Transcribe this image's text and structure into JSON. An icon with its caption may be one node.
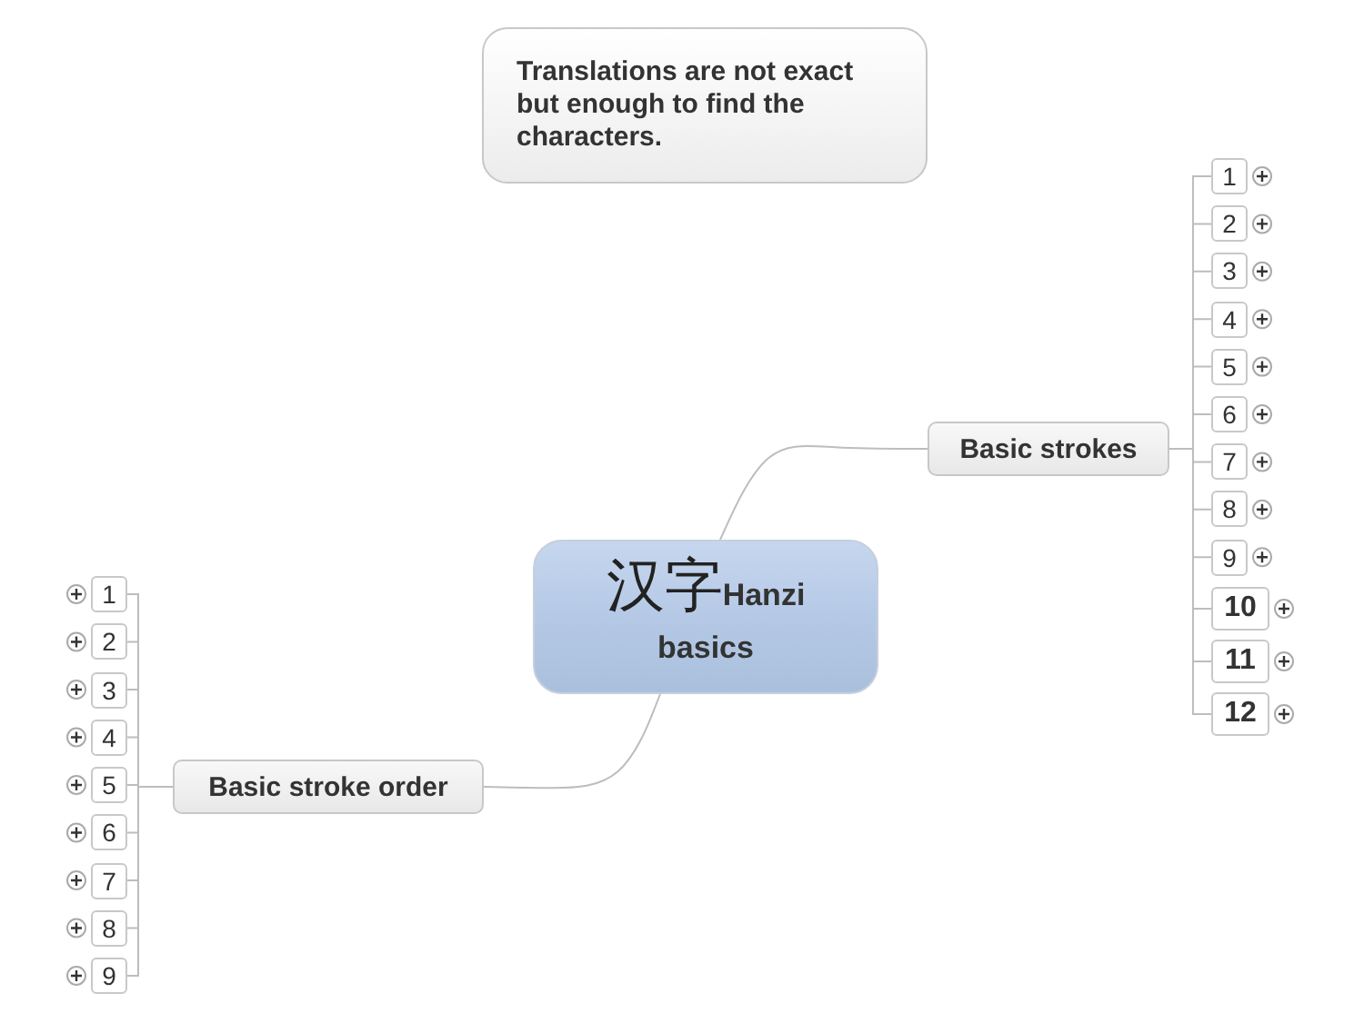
{
  "diagram": {
    "nodes": [
      {
        "text": [
          "Translations are not exact but enough to find the characters."
        ]
      },
      {
        "text": [
          "汉字",
          "Hanzi basics"
        ]
      },
      {
        "text": [
          "Basic strokes"
        ]
      },
      {
        "text": [
          "1"
        ]
      },
      {
        "text": [
          "2"
        ]
      },
      {
        "text": [
          "3"
        ]
      },
      {
        "text": [
          "4"
        ]
      },
      {
        "text": [
          "5"
        ]
      },
      {
        "text": [
          "6"
        ]
      },
      {
        "text": [
          "7"
        ]
      },
      {
        "text": [
          "8"
        ]
      },
      {
        "text": [
          "9"
        ]
      },
      {
        "text": [
          "10"
        ]
      },
      {
        "text": [
          "11"
        ]
      },
      {
        "text": [
          "12"
        ]
      },
      {
        "text": [
          "Basic stroke order"
        ]
      },
      {
        "text": [
          "1"
        ]
      },
      {
        "text": [
          "2"
        ]
      },
      {
        "text": [
          "3"
        ]
      },
      {
        "text": [
          "4"
        ]
      },
      {
        "text": [
          "5"
        ]
      },
      {
        "text": [
          "6"
        ]
      },
      {
        "text": [
          "7"
        ]
      },
      {
        "text": [
          "8"
        ]
      },
      {
        "text": [
          "9"
        ]
      }
    ],
    "edges": [
      {
        "from": 1,
        "to": 2,
        "arrow": "none"
      },
      {
        "from": 1,
        "to": 15,
        "arrow": "none"
      },
      {
        "from": 2,
        "to": 3,
        "arrow": "none"
      },
      {
        "from": 2,
        "to": 4,
        "arrow": "none"
      },
      {
        "from": 2,
        "to": 5,
        "arrow": "none"
      },
      {
        "from": 2,
        "to": 6,
        "arrow": "none"
      },
      {
        "from": 2,
        "to": 7,
        "arrow": "none"
      },
      {
        "from": 2,
        "to": 8,
        "arrow": "none"
      },
      {
        "from": 2,
        "to": 9,
        "arrow": "none"
      },
      {
        "from": 2,
        "to": 10,
        "arrow": "none"
      },
      {
        "from": 2,
        "to": 11,
        "arrow": "none"
      },
      {
        "from": 2,
        "to": 12,
        "arrow": "none"
      },
      {
        "from": 2,
        "to": 13,
        "arrow": "none"
      },
      {
        "from": 2,
        "to": 14,
        "arrow": "none"
      },
      {
        "from": 15,
        "to": 16,
        "arrow": "none"
      },
      {
        "from": 15,
        "to": 17,
        "arrow": "none"
      },
      {
        "from": 15,
        "to": 18,
        "arrow": "none"
      },
      {
        "from": 15,
        "to": 19,
        "arrow": "none"
      },
      {
        "from": 15,
        "to": 20,
        "arrow": "none"
      },
      {
        "from": 15,
        "to": 21,
        "arrow": "none"
      },
      {
        "from": 15,
        "to": 22,
        "arrow": "none"
      },
      {
        "from": 15,
        "to": 23,
        "arrow": "none"
      },
      {
        "from": 15,
        "to": 24,
        "arrow": "none"
      }
    ]
  }
}
